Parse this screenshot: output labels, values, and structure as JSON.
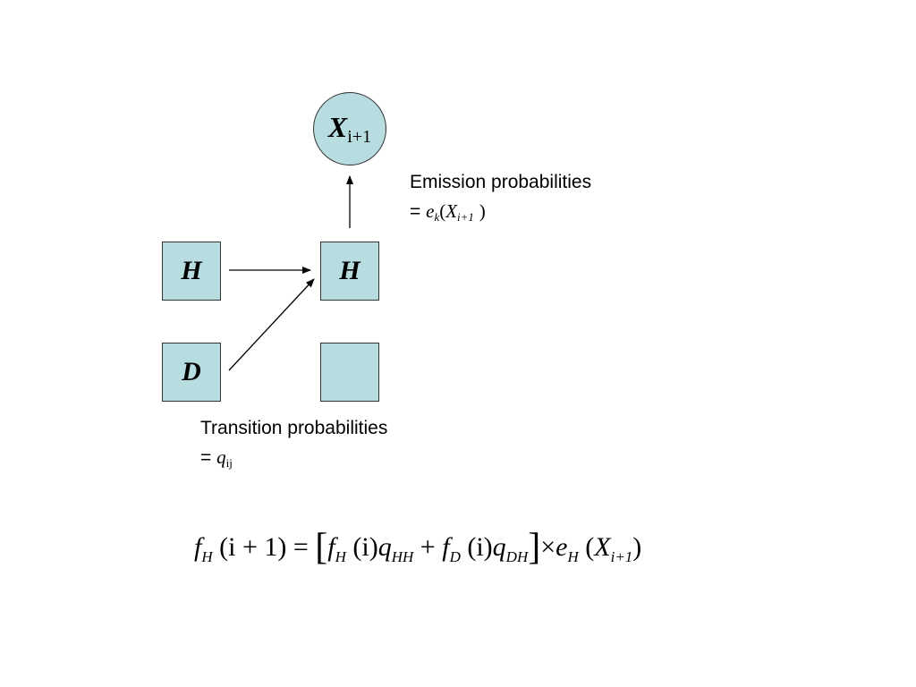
{
  "nodes": {
    "h_left": {
      "label": "H"
    },
    "d_left": {
      "label": "D"
    },
    "h_right": {
      "label": "H"
    },
    "empty_right": {
      "label": ""
    },
    "x_next": {
      "symbol": "X",
      "subscript": "i+1"
    }
  },
  "emission": {
    "title": "Emission probabilities",
    "equals": "=",
    "e": "e",
    "e_sub": "k",
    "open": "(",
    "x": "X",
    "x_sub": "i+1",
    "close": ")"
  },
  "transition": {
    "title": "Transition probabilities",
    "equals": "=",
    "q": "q",
    "q_sub": "ij"
  },
  "formula": {
    "f": "f",
    "sub_H": "H",
    "sub_D": "D",
    "sub_HH": "HH",
    "sub_DH": "DH",
    "arg_next": "(i + 1)",
    "eq": "=",
    "lbracket": "[",
    "rbracket": "]",
    "arg_i": "(i)",
    "q": "q",
    "plus": "+",
    "times": "×",
    "e": "e",
    "paren_open": "(",
    "x": "X",
    "sub_next": "i+1",
    "paren_close": ")"
  },
  "colors": {
    "node_fill": "#b8dde0",
    "node_border": "#333333",
    "arrow": "#000000"
  }
}
